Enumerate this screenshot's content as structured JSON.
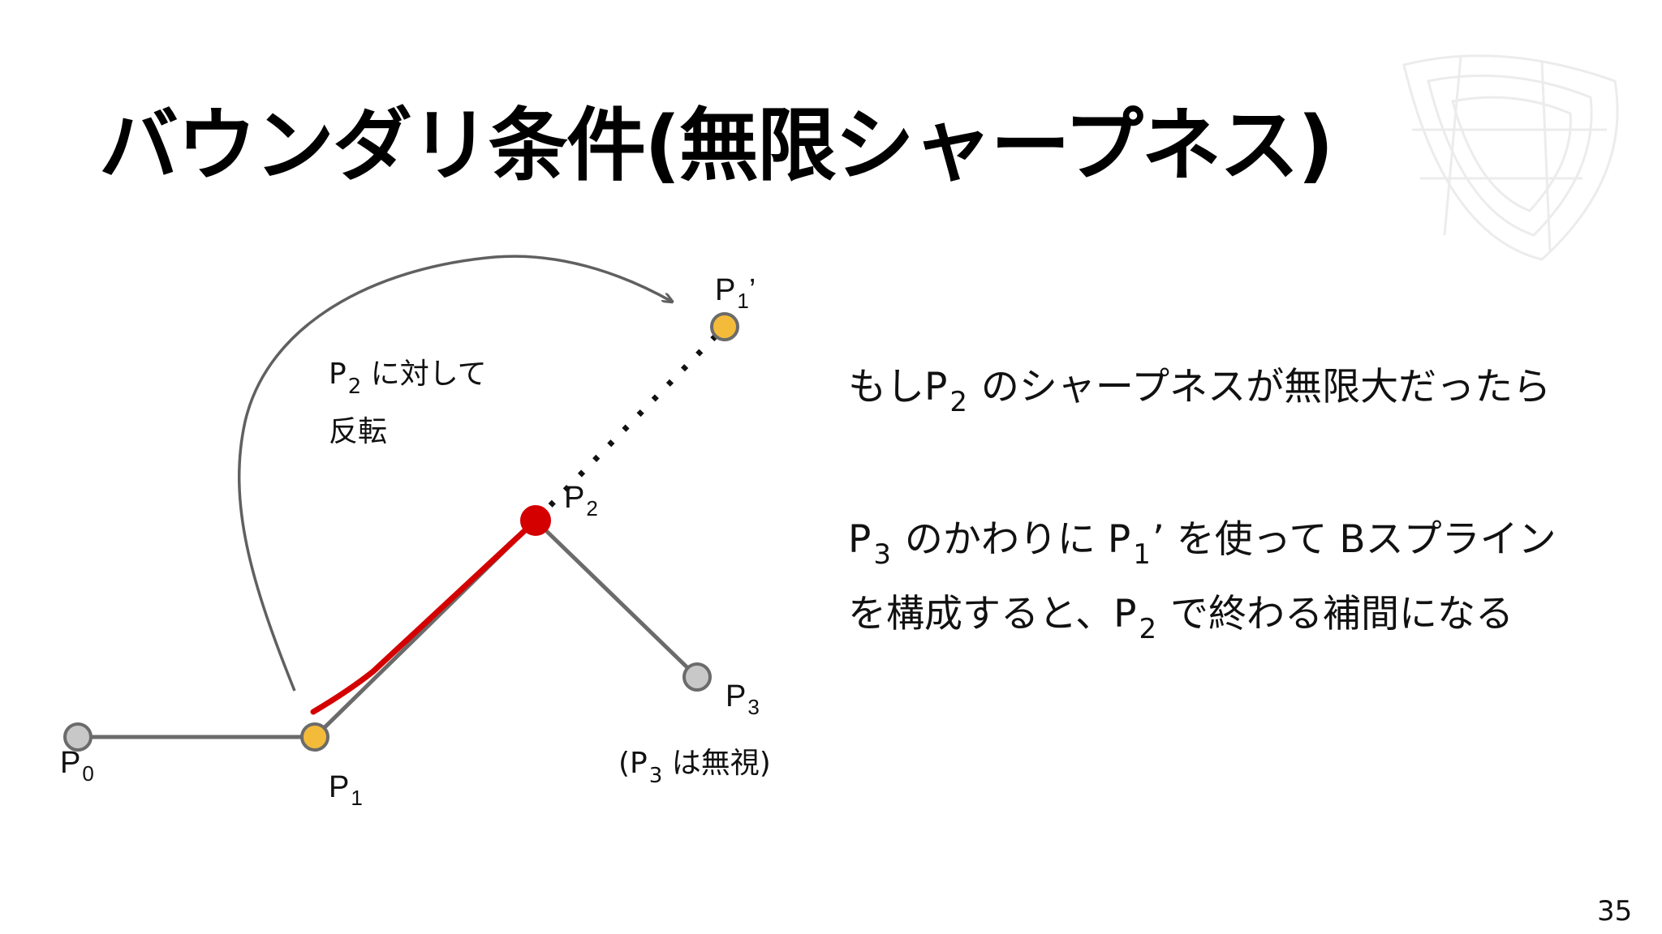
{
  "slide": {
    "title": "バウンダリ条件(無限シャープネス)",
    "page_number": "35"
  },
  "diagram": {
    "labels": {
      "p0": {
        "base": "P",
        "sub": "0",
        "suffix": ""
      },
      "p1": {
        "base": "P",
        "sub": "1",
        "suffix": ""
      },
      "p2": {
        "base": "P",
        "sub": "2",
        "suffix": ""
      },
      "p3": {
        "base": "P",
        "sub": "3",
        "suffix": ""
      },
      "p1_prime": {
        "base": "P",
        "sub": "1",
        "suffix": "’"
      }
    },
    "rotate_note": {
      "base": "P",
      "sub": "2",
      "rest": " に対して",
      "line2": "反転"
    },
    "ignore_note": {
      "open": "(P",
      "sub": "3",
      "rest": " は無視)"
    },
    "colors": {
      "control_polygon": "#6b6b6b",
      "curve": "#d40000",
      "endpoint_point": "#c8c8c8",
      "highlight_point": "#f4bb3a",
      "sharp_point": "#d40000",
      "arrow": "#606060"
    }
  },
  "explanation": {
    "line1": {
      "pre": "もしP",
      "sub": "2",
      "post": " のシャープネスが無限大だったら"
    },
    "line2": {
      "pre": "P",
      "sub1": "3",
      "mid1": " のかわりに P",
      "sub2": "1",
      "post": "’ を使って Bスプライン"
    },
    "line3": {
      "pre": "を構成すると、P",
      "sub": "2",
      "post": " で終わる補間になる"
    }
  }
}
